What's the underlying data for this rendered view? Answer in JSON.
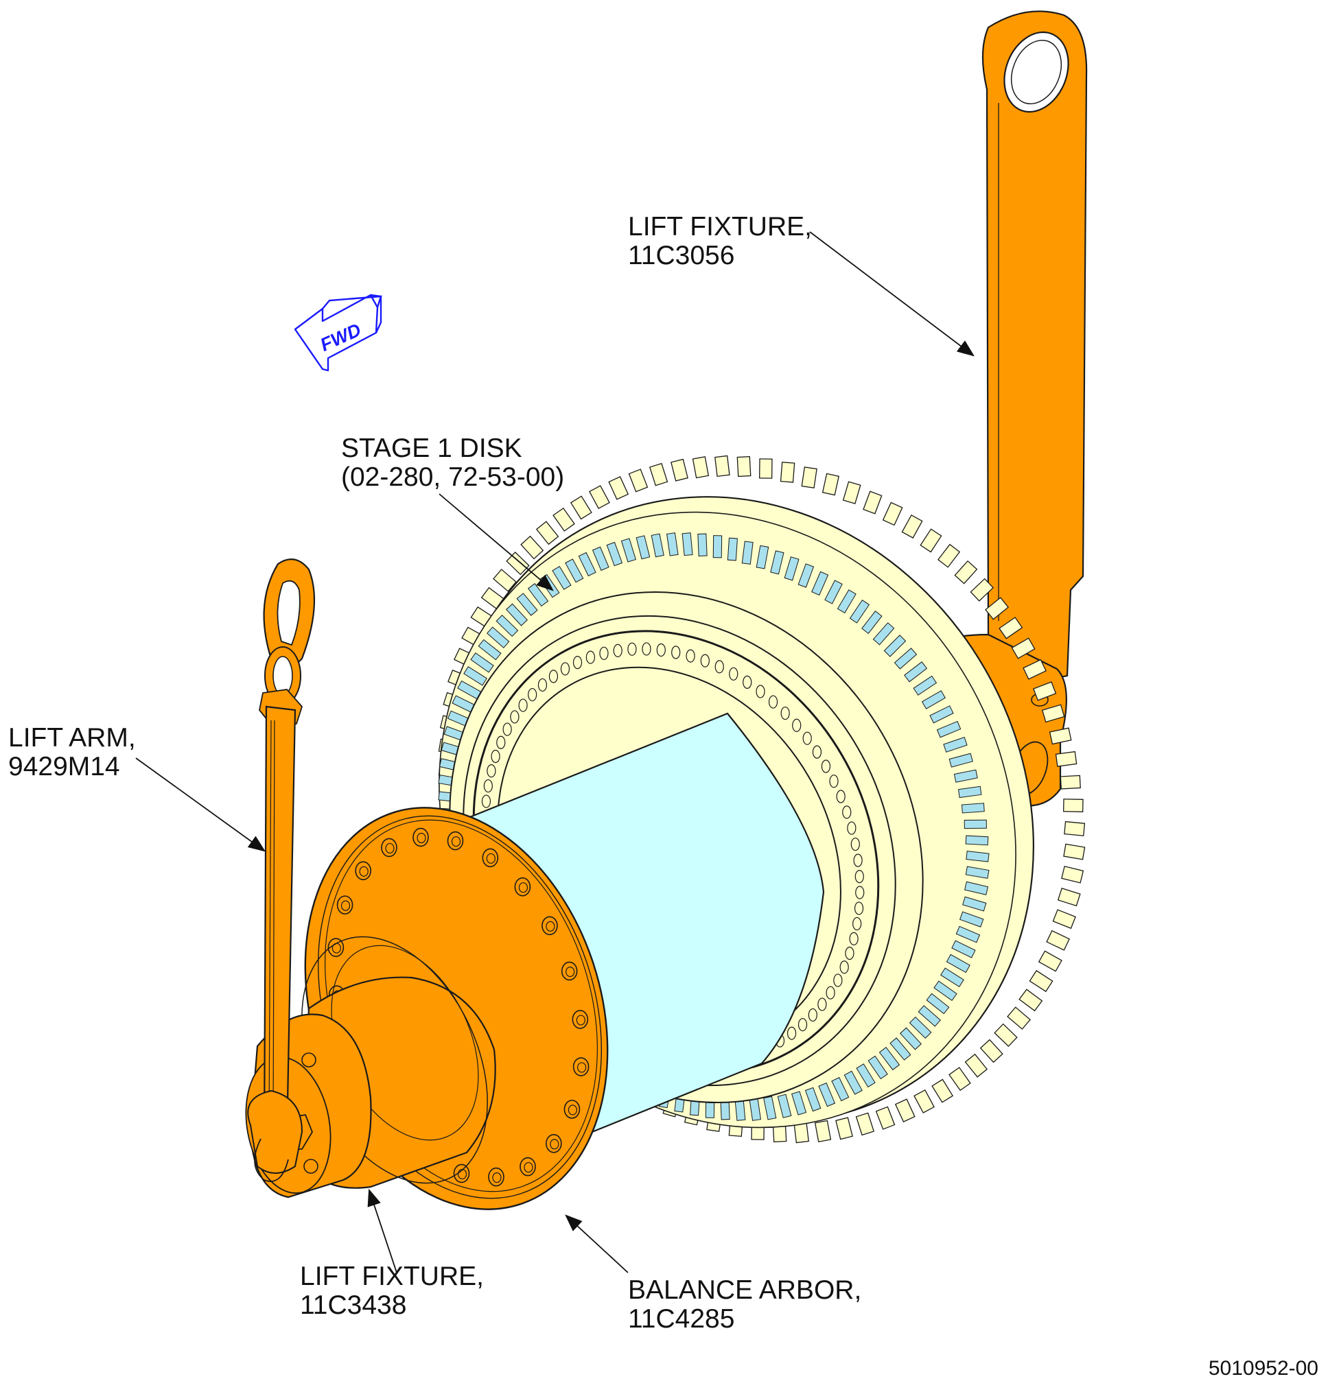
{
  "figure_number": "5010952-00",
  "colors": {
    "tooling": "#ff9900",
    "arbor": "#ccffff",
    "disk": "#ffffcc",
    "blade": "#a9e0ee",
    "outline": "#1a1a1a",
    "fwd_arrow": "#1a1aff"
  },
  "fwd_arrow": {
    "label": "FWD"
  },
  "callouts": [
    {
      "id": "lift-fixture-top",
      "line1": "LIFT FIXTURE,",
      "line2": "11C3056"
    },
    {
      "id": "stage-1-disk",
      "line1": "STAGE 1 DISK",
      "line2": "(02-280, 72-53-00)"
    },
    {
      "id": "lift-arm",
      "line1": "LIFT ARM,",
      "line2": "9429M14"
    },
    {
      "id": "lift-fixture-bottom",
      "line1": "LIFT FIXTURE,",
      "line2": "11C3438"
    },
    {
      "id": "balance-arbor",
      "line1": "BALANCE ARBOR,",
      "line2": "11C4285"
    }
  ]
}
